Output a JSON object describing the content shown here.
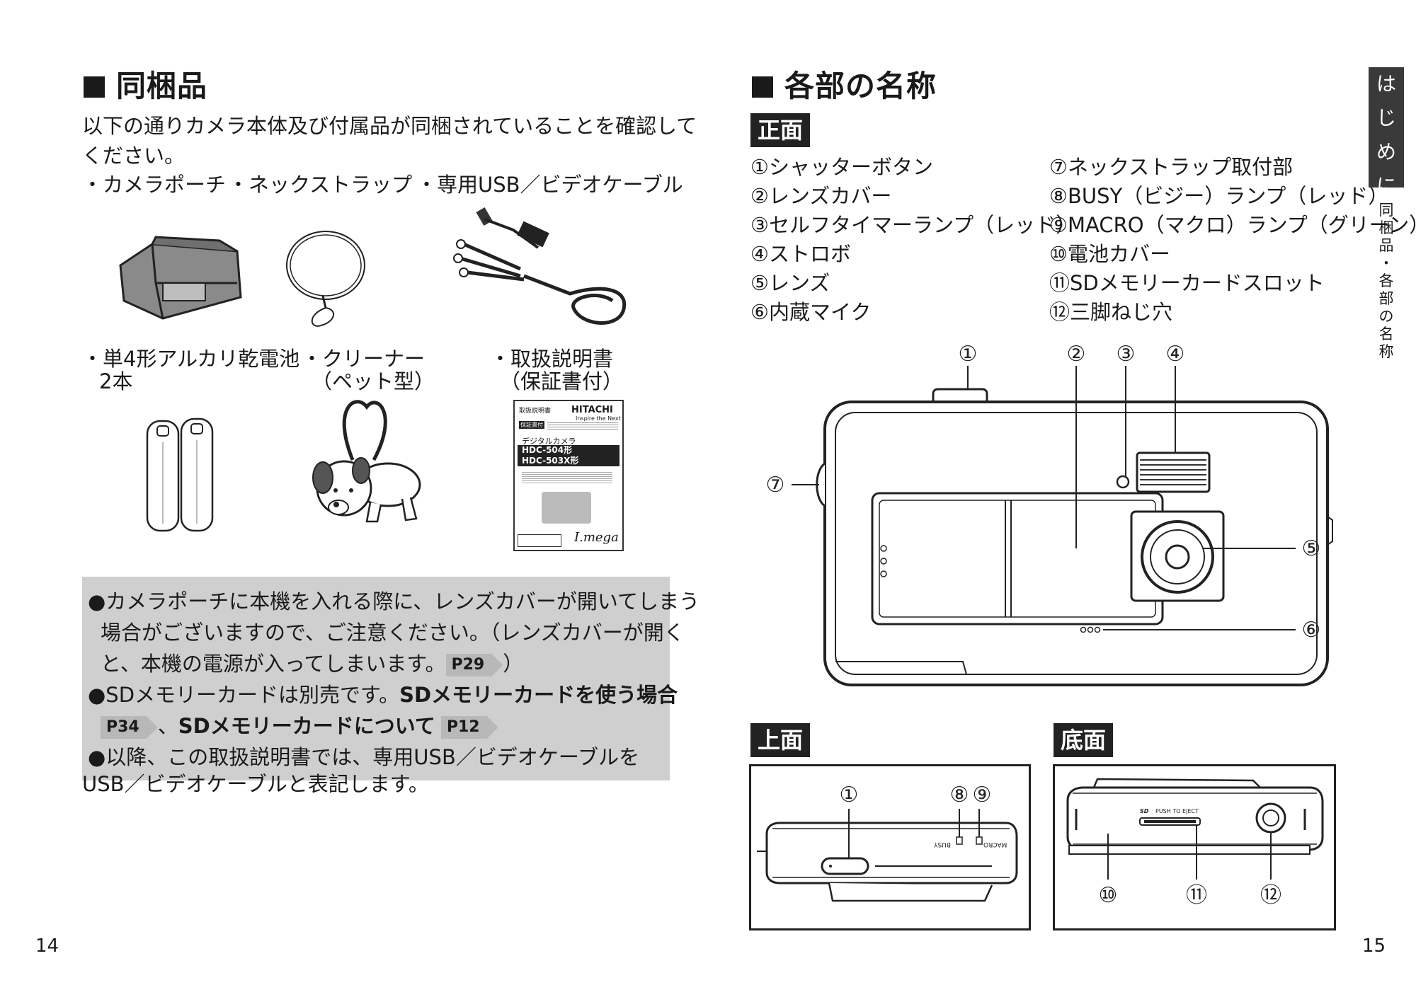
{
  "left": {
    "heading": "同梱品",
    "intro": [
      "以下の通りカメラ本体及び付属品が同梱されていることを確認して",
      "ください。"
    ],
    "items_row1": [
      "・カメラポーチ",
      "・ネックストラップ",
      "・専用USB／ビデオケーブル"
    ],
    "items_row2": [
      {
        "l1": "・単4形アルカリ乾電池",
        "l2": "2本"
      },
      {
        "l1": "・クリーナー",
        "l2": "（ペット型）"
      },
      {
        "l1": "・取扱説明書",
        "l2": "（保証書付）"
      }
    ],
    "manual": {
      "head": "取扱説明書",
      "brand": "HITACHI",
      "slogan": "Inspire the Next",
      "warranty": "保証書付",
      "product": "デジタルカメラ",
      "models": [
        "HDC-504形",
        "HDC-503X形"
      ],
      "logo": "I.mega"
    },
    "notes": {
      "n1": [
        "●カメラポーチに本機を入れる際に、レンズカバーが開いてしまう",
        "場合がございますので、ご注意ください。（レンズカバーが開く",
        "と、本機の電源が入ってしまいます。",
        "P29",
        "）"
      ],
      "n2": [
        "●SDメモリーカードは別売です。",
        "SDメモリーカードを使う場合",
        "P34",
        "、",
        "SDメモリーカードについて",
        "P12"
      ],
      "n3": [
        "●以降、この取扱説明書では、専用USB／ビデオケーブルを",
        "USB／ビデオケーブルと表記します。"
      ]
    },
    "page_number": "14"
  },
  "right": {
    "heading": "各部の名称",
    "front_tag": "正面",
    "parts_col1": [
      "①シャッターボタン",
      "②レンズカバー",
      "③セルフタイマーランプ（レッド）",
      "④ストロボ",
      "⑤レンズ",
      "⑥内蔵マイク"
    ],
    "parts_col2": [
      "⑦ネックストラップ取付部",
      "⑧BUSY（ビジー）ランプ（レッド）",
      "⑨MACRO（マクロ）ランプ（グリーン）",
      "⑩電池カバー",
      "⑪SDメモリーカードスロット",
      "⑫三脚ねじ穴"
    ],
    "front_markers": [
      "①",
      "②",
      "③",
      "④",
      "⑤",
      "⑥",
      "⑦"
    ],
    "top_tag": "上面",
    "bottom_tag": "底面",
    "top_markers": [
      "①",
      "⑧",
      "⑨"
    ],
    "top_labels": [
      "BUSY",
      "MACRO"
    ],
    "bottom_markers": [
      "⑩",
      "⑪",
      "⑫"
    ],
    "bottom_label": "PUSH TO EJECT",
    "sd_logo": "SD",
    "page_number": "15"
  },
  "sidebar": {
    "tab": [
      "は",
      "じ",
      "め",
      "に"
    ],
    "vertical": [
      "同",
      "梱",
      "品",
      "・",
      "各",
      "部",
      "の",
      "名",
      "称"
    ]
  }
}
